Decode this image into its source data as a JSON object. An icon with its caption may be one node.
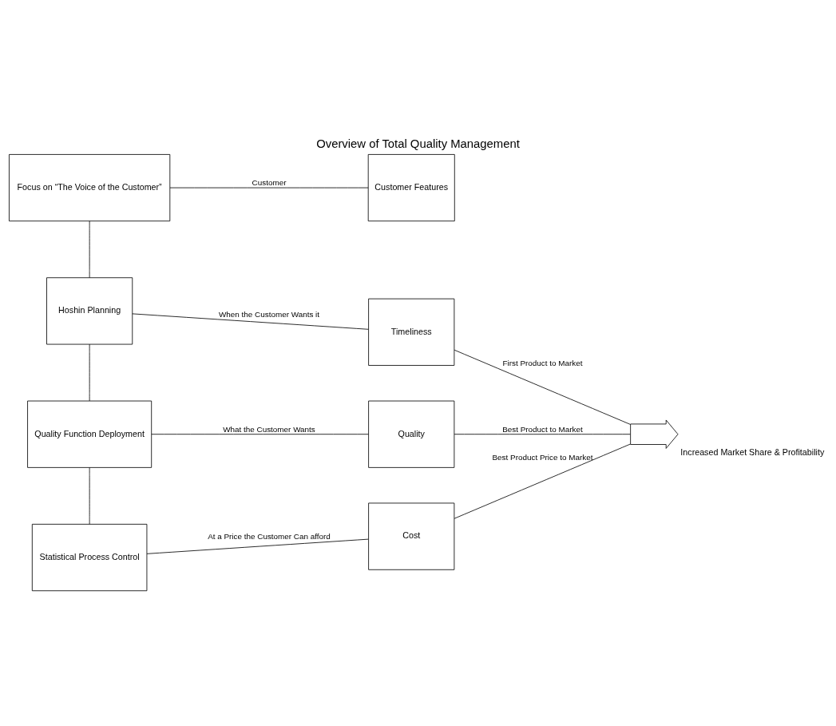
{
  "diagram": {
    "title": "Overview of Total Quality Management",
    "nodes": [
      {
        "text": [
          "Focus on “The Voice of the Customer”"
        ]
      },
      {
        "text": [
          "Hoshin Planning"
        ]
      },
      {
        "text": [
          "Quality Function Deployment"
        ]
      },
      {
        "text": [
          "Statistical Process Control"
        ]
      },
      {
        "text": [
          "Customer Features"
        ]
      },
      {
        "text": [
          "Timeliness"
        ]
      },
      {
        "text": [
          "Quality"
        ]
      },
      {
        "text": [
          "Cost"
        ]
      },
      {
        "text": [],
        "shape": "arrow",
        "beside": [
          "Increased Market Share & Profitability"
        ]
      }
    ],
    "edges": [
      {
        "from": 0,
        "to": 1,
        "arrow": "none"
      },
      {
        "from": 1,
        "to": 2,
        "arrow": "none"
      },
      {
        "from": 2,
        "to": 3,
        "arrow": "none"
      },
      {
        "from": 0,
        "to": 4,
        "arrow": "none",
        "label": "Customer"
      },
      {
        "from": 1,
        "to": 5,
        "arrow": "none",
        "label": "When the Customer Wants it"
      },
      {
        "from": 2,
        "to": 6,
        "arrow": "none",
        "label": "What the Customer Wants"
      },
      {
        "from": 3,
        "to": 7,
        "arrow": "none",
        "label": "At a Price the Customer Can afford"
      },
      {
        "from": 5,
        "to": 8,
        "arrow": "none",
        "label": "First Product to Market"
      },
      {
        "from": 6,
        "to": 8,
        "arrow": "none",
        "label": "Best Product to Market"
      },
      {
        "from": 7,
        "to": 8,
        "arrow": "none",
        "label": "Best Product Price to Market"
      }
    ]
  }
}
